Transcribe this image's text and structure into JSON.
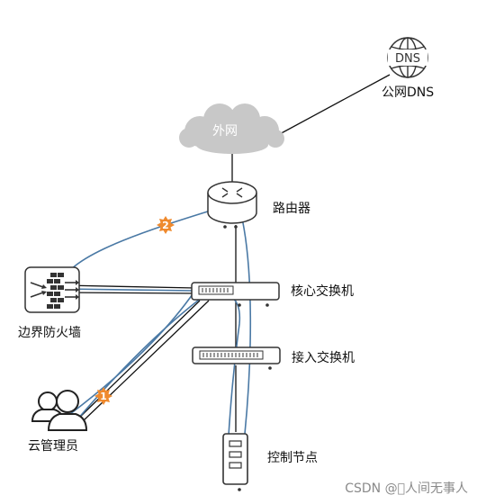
{
  "nodes": {
    "dns": {
      "label": "公网DNS",
      "icon_text": "DNS"
    },
    "internet": {
      "label": "外网"
    },
    "router": {
      "label": "路由器"
    },
    "core_switch": {
      "label": "核心交换机"
    },
    "access_switch": {
      "label": "接入交换机"
    },
    "firewall": {
      "label": "边界防火墙"
    },
    "admin": {
      "label": "云管理员"
    },
    "control_node": {
      "label": "控制节点"
    }
  },
  "markers": [
    {
      "id": "step-1",
      "text": "1"
    },
    {
      "id": "step-2",
      "text": "2"
    }
  ],
  "watermark": "CSDN @\u0000人间无事人",
  "colors": {
    "flow_line": "#4a79a5",
    "link_line": "#111111",
    "marker": "#ef8a2e",
    "cloud": "#c8c8c8"
  }
}
